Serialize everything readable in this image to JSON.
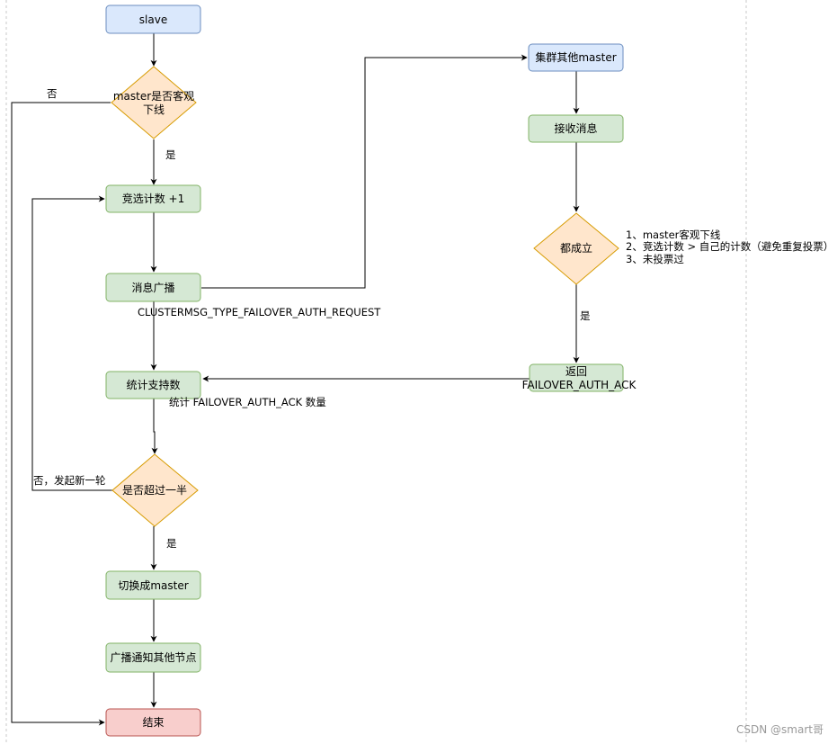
{
  "colors": {
    "blue_fill": "#dae8fc",
    "blue_stroke": "#6c8ebf",
    "green_fill": "#d5e8d4",
    "green_stroke": "#82b366",
    "orange_fill": "#ffe6cc",
    "orange_stroke": "#d79b00",
    "red_fill": "#f8cecc",
    "red_stroke": "#b85450",
    "edge": "#000000",
    "guide": "#c8c8c8",
    "watermark": "#999999"
  },
  "nodes": {
    "slave": "slave",
    "objective_down_line1": "master是否客观",
    "objective_down_line2": "下线",
    "vote_increment": "竞选计数 +1",
    "broadcast_message": "消息广播",
    "count_support": "统计支持数",
    "over_half": "是否超过一半",
    "switch_master": "切换成master",
    "notify_others": "广播通知其他节点",
    "end": "结束",
    "other_masters": "集群其他master",
    "receive_message": "接收消息",
    "all_satisfied": "都成立",
    "return_line1": "返回",
    "return_line2": "FAILOVER_AUTH_ACK"
  },
  "labels": {
    "no": "否",
    "yes_objective": "是",
    "no_new_round": "否，发起新一轮",
    "yes_half": "是",
    "yes_satisfied": "是",
    "request_type": "CLUSTERMSG_TYPE_FAILOVER_AUTH_REQUEST",
    "count_ack": "统计 FAILOVER_AUTH_ACK 数量",
    "conditions": [
      "1、master客观下线",
      "2、竞选计数 > 自己的计数（避免重复投票）",
      "3、未投票过"
    ]
  },
  "watermark": "CSDN @smart哥"
}
